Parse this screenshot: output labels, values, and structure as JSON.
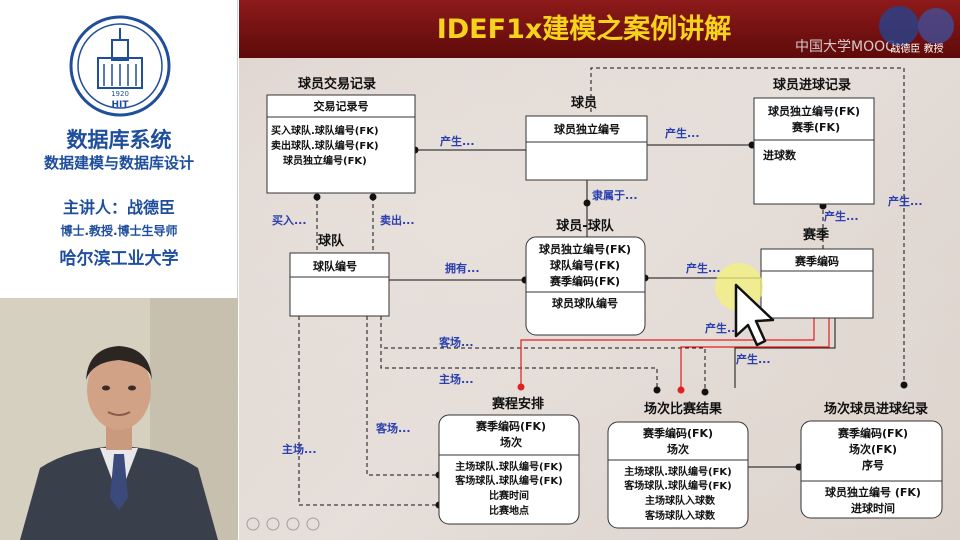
{
  "sidebar": {
    "logo_year": "1920",
    "logo_letters": "HIT",
    "course_title": "数据库系统",
    "course_subtitle": "数据建模与数据库设计",
    "lecturer": "主讲人：战德臣",
    "lecturer_title": "博士.教授.博士生导师",
    "university": "哈尔滨工业大学"
  },
  "header": {
    "title": "IDEF1x建模之案例讲解",
    "watermark": "中国大学MOOC",
    "signature": "战德臣 教授"
  },
  "colors": {
    "title": "#f5d31c",
    "header_bg": "#7a1010",
    "relation_label": "#2a3fb0",
    "red_link": "#e02020",
    "sidebar_text": "#1f4e9c"
  },
  "entities": {
    "transaction": {
      "name": "球员交易记录",
      "key": "交易记录号",
      "attrs": [
        "买入球队.球队编号(FK)",
        "卖出球队.球队编号(FK)",
        "球员独立编号(FK)"
      ]
    },
    "player": {
      "name": "球员",
      "key": "球员独立编号",
      "attrs": []
    },
    "goal_record": {
      "name": "球员进球记录",
      "key_lines": [
        "球员独立编号(FK)",
        "赛季(FK)"
      ],
      "attrs": [
        "进球数"
      ]
    },
    "team": {
      "name": "球队",
      "key": "球队编号",
      "attrs": []
    },
    "player_team": {
      "name": "球员-球队",
      "key_lines": [
        "球员独立编号(FK)",
        "球队编号(FK)",
        "赛季编码(FK)"
      ],
      "attrs": [
        "球员球队编号"
      ]
    },
    "season": {
      "name": "赛季",
      "key": "赛季编码",
      "attrs": []
    },
    "schedule": {
      "name": "赛程安排",
      "key_lines": [
        "赛季编码(FK)",
        "场次"
      ],
      "attrs": [
        "主场球队.球队编号(FK)",
        "客场球队.球队编号(FK)",
        "比赛时间",
        "比赛地点"
      ]
    },
    "match_result": {
      "name": "场次比赛结果",
      "key_lines": [
        "赛季编码(FK)",
        "场次"
      ],
      "attrs": [
        "主场球队.球队编号(FK)",
        "客场球队.球队编号(FK)",
        "主场球队入球数",
        "客场球队入球数"
      ]
    },
    "match_goal": {
      "name": "场次球员进球纪录",
      "key_lines": [
        "赛季编码(FK)",
        "场次(FK)",
        "序号"
      ],
      "attrs": [
        "球员独立编号 (FK)",
        "进球时间"
      ]
    }
  },
  "relations": {
    "produce_1": "产生...",
    "produce_2": "产生...",
    "produce_3": "产生...",
    "produce_4": "产生...",
    "produce_5": "产生...",
    "produce_6": "产生...",
    "produce_7": "产生...",
    "belongs": "隶属于...",
    "buy": "买入...",
    "sell": "卖出...",
    "own": "拥有...",
    "away_1": "客场...",
    "home_1": "主场...",
    "away_2": "客场...",
    "home_2": "主场..."
  }
}
